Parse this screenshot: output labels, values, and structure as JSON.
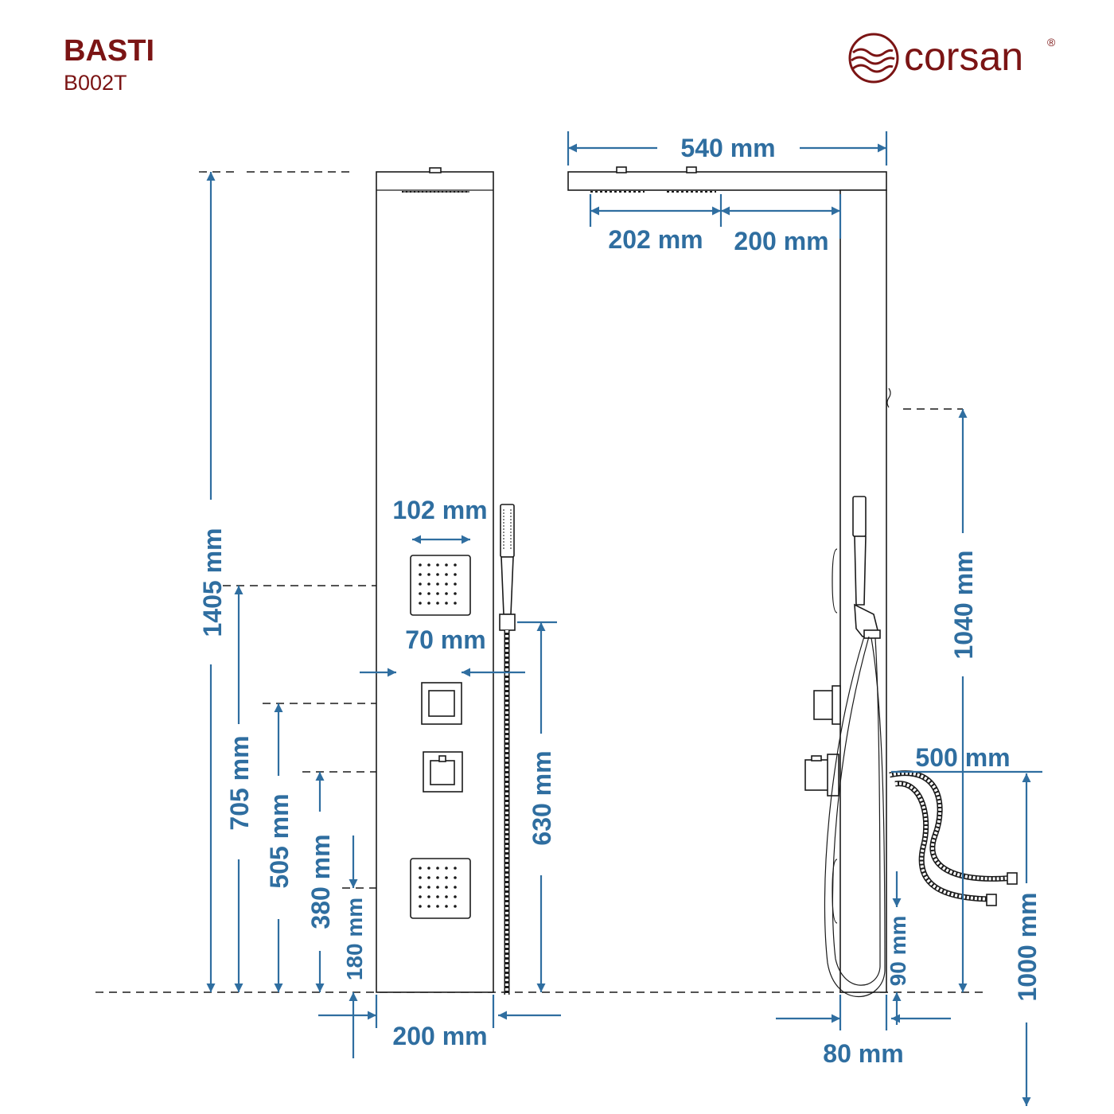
{
  "header": {
    "product_name": "BASTI",
    "model_code": "B002T",
    "brand": "corsan",
    "brand_mark": "®"
  },
  "front_view": {
    "height_total": "1405 mm",
    "height_upper_jet": "705 mm",
    "height_upper_control": "505 mm",
    "height_lower_control": "380 mm",
    "height_lower_jet": "180 mm",
    "jet_width": "102 mm",
    "control_width": "70 mm",
    "handshower_height": "630 mm",
    "panel_width": "200 mm"
  },
  "side_view": {
    "head_length": "540 mm",
    "nozzle_spacing": "202 mm",
    "head_offset": "200 mm",
    "lower_height": "1040 mm",
    "hose_length": "500 mm",
    "hose_drop": "1000 mm",
    "bottom_offset": "90 mm",
    "panel_depth": "80 mm"
  },
  "colors": {
    "brand": "#7b1414",
    "dimension": "#2f6ea0",
    "outline": "#1a1a1a"
  }
}
